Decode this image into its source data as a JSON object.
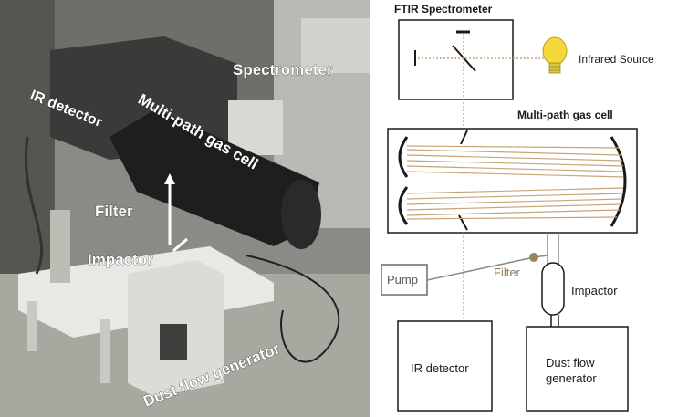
{
  "photo": {
    "labels": {
      "spectrometer": "Spectrometer",
      "ir_detector": "IR detector",
      "gas_cell": "Multi-path gas cell",
      "filter": "Filter",
      "impactor": "Impactor",
      "dust_flow_generator": "Dust flow generator"
    }
  },
  "schematic": {
    "ftir_title": "FTIR Spectrometer",
    "infrared_source": "Infrared Source",
    "gas_cell_title": "Multi-path gas cell",
    "pump": "Pump",
    "filter": "Filter",
    "impactor": "Impactor",
    "ir_detector": "IR detector",
    "dust_generator_line1": "Dust flow",
    "dust_generator_line2": "generator"
  },
  "colors": {
    "beam": "#c8a47a",
    "line": "#1a1a1a",
    "bulb": "#f2d838",
    "filter_dot": "#9a8460"
  }
}
